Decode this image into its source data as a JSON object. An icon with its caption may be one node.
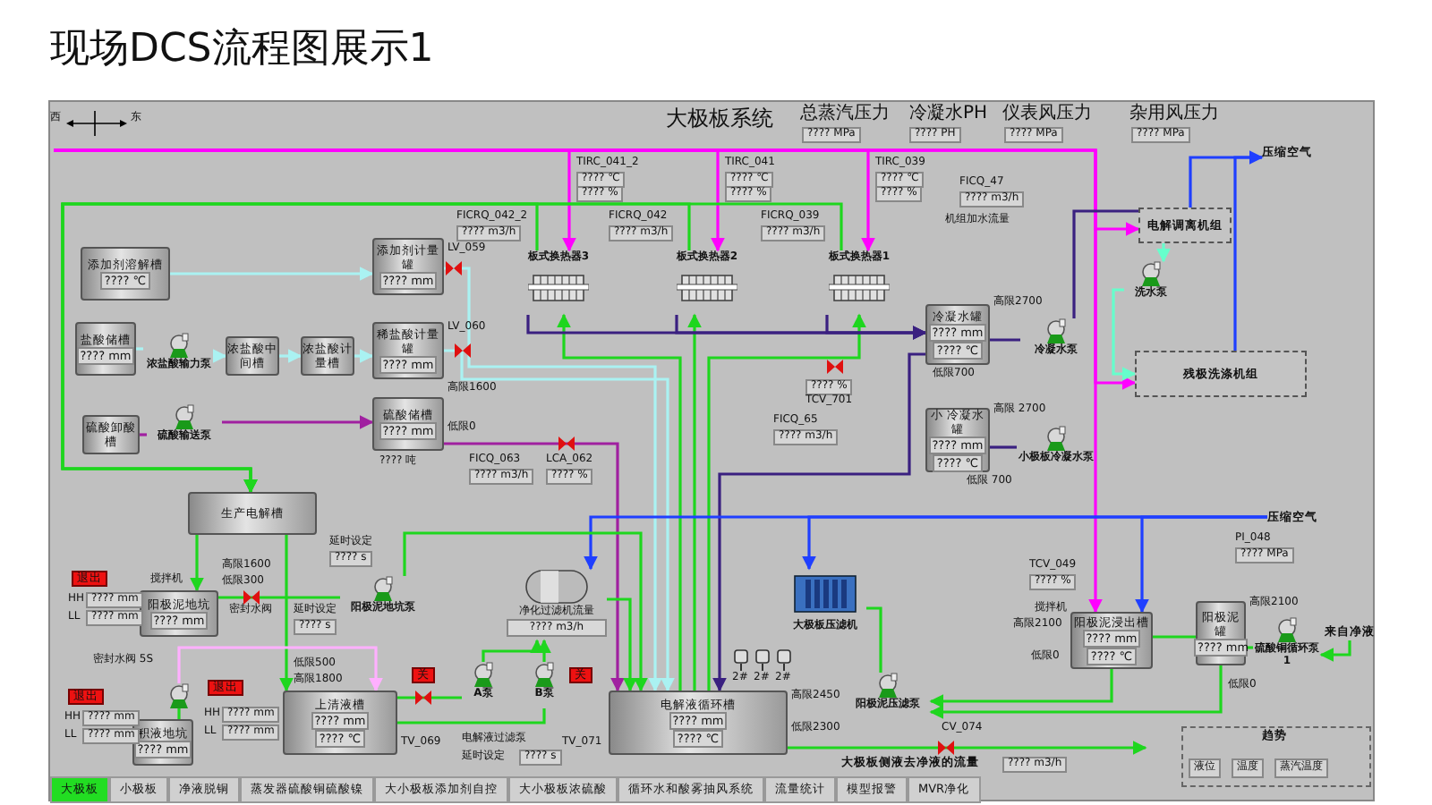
{
  "diagram": {
    "title": "现场DCS流程图展示1",
    "nodes": [
      {
        "text": [
          "添加剂溶解槽",
          "???? ℃"
        ]
      },
      {
        "text": [
          "添加剂计量罐",
          "???? mm"
        ]
      },
      {
        "text": [
          "盐酸储槽",
          "???? mm"
        ]
      },
      {
        "text": [
          "浓盐酸中间槽"
        ]
      },
      {
        "text": [
          "浓盐酸计量槽"
        ]
      },
      {
        "text": [
          "稀盐酸计量罐",
          "???? mm"
        ]
      },
      {
        "text": [
          "硫酸卸酸槽"
        ]
      },
      {
        "text": [
          "硫酸储槽",
          "???? mm"
        ],
        "beside": [
          "高限1600",
          "低限0",
          "???? 吨"
        ]
      },
      {
        "text": [
          "浓盐酸输力泵"
        ]
      },
      {
        "text": [
          "硫酸输送泵"
        ]
      },
      {
        "text": [
          "板式换热器3"
        ]
      },
      {
        "text": [
          "板式换热器2"
        ]
      },
      {
        "text": [
          "板式换热器1"
        ]
      },
      {
        "text": [
          "冷凝水罐",
          "???? mm",
          "???? ℃"
        ],
        "beside": [
          "高限2700",
          "低限700"
        ]
      },
      {
        "text": [
          "冷凝水泵"
        ]
      },
      {
        "text": [
          "小 冷凝水罐",
          "???? mm",
          "???? ℃"
        ],
        "beside": [
          "高限 2700",
          "低限 700"
        ]
      },
      {
        "text": [
          "小极板冷凝水泵"
        ]
      },
      {
        "text": [
          "电解调离机组"
        ]
      },
      {
        "text": [
          "洗水泵"
        ]
      },
      {
        "text": [
          "残极洗涤机组"
        ]
      },
      {
        "text": [
          "压缩空气"
        ]
      },
      {
        "text": [
          "压缩空气"
        ]
      },
      {
        "text": [
          "生产电解槽"
        ]
      },
      {
        "text": [
          "阳极泥地坑",
          "???? mm"
        ],
        "beside": [
          "搅拌机",
          "高限1600",
          "低限300"
        ]
      },
      {
        "text": [
          "阳极泥地坑泵"
        ]
      },
      {
        "text": [
          "净化过滤机流量",
          "???? m3/h"
        ]
      },
      {
        "text": [
          "积液地坑",
          "???? mm"
        ]
      },
      {
        "text": [],
        "shape": "circle"
      },
      {
        "text": [
          "上清液槽",
          "???? mm",
          "???? ℃"
        ],
        "beside": [
          "低限500",
          "高限1800"
        ]
      },
      {
        "text": [
          "A泵"
        ]
      },
      {
        "text": [
          "B泵"
        ]
      },
      {
        "text": [
          "电解液循环槽",
          "???? mm",
          "???? ℃"
        ],
        "beside": [
          "高限2450",
          "低限2300"
        ]
      },
      {
        "text": [
          "大极板压滤机"
        ]
      },
      {
        "text": [
          "阳极泥压滤泵"
        ]
      },
      {
        "text": [
          "阳极泥浸出槽",
          "???? mm",
          "???? ℃"
        ],
        "beside": [
          "搅拌机",
          "高限2100",
          "低限0"
        ]
      },
      {
        "text": [
          "阳极泥罐",
          "???? mm"
        ],
        "beside": [
          "高限2100",
          "低限0"
        ]
      },
      {
        "text": [
          "硫酸铜循环泵1"
        ]
      },
      {
        "text": [
          "来自净液"
        ]
      }
    ],
    "edges": [
      {
        "from": null,
        "to": 10,
        "arrow": "to",
        "color": "#ff00ff"
      },
      {
        "from": null,
        "to": 11,
        "arrow": "to",
        "color": "#ff00ff"
      },
      {
        "from": null,
        "to": 12,
        "arrow": "to",
        "color": "#ff00ff"
      },
      {
        "from": null,
        "to": 17,
        "arrow": "to",
        "color": "#ff00ff"
      },
      {
        "from": null,
        "to": 19,
        "arrow": "to",
        "color": "#ff00ff"
      },
      {
        "from": null,
        "to": 34,
        "arrow": "to",
        "color": "#ff00ff"
      },
      {
        "from": 0,
        "to": 1,
        "arrow": "to",
        "color": "#aaf2f2"
      },
      {
        "from": 2,
        "to": 8,
        "arrow": "none",
        "color": "#aaf2f2"
      },
      {
        "from": 8,
        "to": 3,
        "arrow": "to",
        "color": "#aaf2f2"
      },
      {
        "from": 3,
        "to": 4,
        "arrow": "to",
        "color": "#aaf2f2"
      },
      {
        "from": 4,
        "to": 5,
        "arrow": "to",
        "color": "#aaf2f2"
      },
      {
        "from": 1,
        "to": 31,
        "arrow": "to",
        "color": "#aaf2f2"
      },
      {
        "from": 5,
        "to": 31,
        "arrow": "to",
        "color": "#aaf2f2"
      },
      {
        "from": 6,
        "to": 9,
        "arrow": "none",
        "color": "#a020a0"
      },
      {
        "from": 9,
        "to": 7,
        "arrow": "to",
        "color": "#a020a0"
      },
      {
        "from": 7,
        "to": 31,
        "arrow": "to",
        "color": "#a020a0"
      },
      {
        "from": 31,
        "to": 10,
        "arrow": "to"
      },
      {
        "from": 31,
        "to": 11,
        "arrow": "to"
      },
      {
        "from": 31,
        "to": 12,
        "arrow": "to"
      },
      {
        "from": 10,
        "to": 22,
        "arrow": "to"
      },
      {
        "from": 11,
        "to": 22,
        "arrow": "to"
      },
      {
        "from": 12,
        "to": 22,
        "arrow": "to"
      },
      {
        "from": 10,
        "to": 13,
        "arrow": "to",
        "color": "#3a2080"
      },
      {
        "from": 11,
        "to": 13,
        "arrow": "to",
        "color": "#3a2080"
      },
      {
        "from": 12,
        "to": 13,
        "arrow": "to",
        "color": "#3a2080"
      },
      {
        "from": 13,
        "to": 14,
        "arrow": "none",
        "color": "#3a2080"
      },
      {
        "from": 14,
        "to": 17,
        "arrow": "none",
        "color": "#3a2080"
      },
      {
        "from": 13,
        "to": 31,
        "arrow": "to",
        "color": "#3a2080"
      },
      {
        "from": 15,
        "to": 16,
        "arrow": "none",
        "color": "#3a2080"
      },
      {
        "from": 17,
        "to": 18,
        "arrow": "to",
        "color": "#66ffcc"
      },
      {
        "from": 18,
        "to": 19,
        "arrow": "to",
        "color": "#66ffcc"
      },
      {
        "from": 17,
        "to": 20,
        "arrow": "to",
        "color": "#1f3fff"
      },
      {
        "from": 19,
        "to": 20,
        "arrow": "none",
        "color": "#1f3fff"
      },
      {
        "from": 21,
        "to": 25,
        "arrow": "to",
        "color": "#1f3fff"
      },
      {
        "from": 21,
        "to": 32,
        "arrow": "to",
        "color": "#1f3fff"
      },
      {
        "from": 21,
        "to": 34,
        "arrow": "to",
        "color": "#1f3fff"
      },
      {
        "from": 22,
        "to": 23,
        "arrow": "to"
      },
      {
        "from": 22,
        "to": 28,
        "arrow": "to"
      },
      {
        "from": 23,
        "to": 24,
        "arrow": "none"
      },
      {
        "from": 24,
        "to": 31,
        "arrow": "to"
      },
      {
        "from": 25,
        "to": 31,
        "arrow": "to"
      },
      {
        "from": 27,
        "to": 28,
        "arrow": "to",
        "color": "#ffb0ff"
      },
      {
        "from": 26,
        "to": 27,
        "arrow": "none"
      },
      {
        "from": 28,
        "to": 29,
        "arrow": "none"
      },
      {
        "from": 28,
        "to": 30,
        "arrow": "none"
      },
      {
        "from": 29,
        "to": 25,
        "arrow": "to"
      },
      {
        "from": 30,
        "to": 25,
        "arrow": "to"
      },
      {
        "from": 31,
        "to": null,
        "arrow": "to",
        "label": "大极板侧液去净液的流量"
      },
      {
        "from": 32,
        "to": 33,
        "arrow": "none"
      },
      {
        "from": 34,
        "to": 33,
        "arrow": "to"
      },
      {
        "from": 35,
        "to": 33,
        "arrow": "to"
      },
      {
        "from": 34,
        "to": 35,
        "arrow": "none"
      },
      {
        "from": 37,
        "to": 36,
        "arrow": "to"
      },
      {
        "from": 36,
        "to": 35,
        "arrow": "none"
      }
    ],
    "labels": [
      "西",
      "东",
      "大极板系统",
      "总蒸汽压力",
      "???? MPa",
      "冷凝水PH",
      "???? PH",
      "仪表风压力",
      "???? MPa",
      "杂用风压力",
      "???? MPa",
      "TIRC_041_2",
      "???? ℃",
      "???? %",
      "TIRC_041",
      "???? ℃",
      "???? %",
      "TIRC_039",
      "???? ℃",
      "???? %",
      "FICRQ_042_2",
      "???? m3/h",
      "FICRQ_042",
      "???? m3/h",
      "FICRQ_039",
      "???? m3/h",
      "FICQ_47",
      "???? m3/h",
      "机组加水流量",
      "LV_059",
      "LV_060",
      "FICQ_063",
      "???? m3/h",
      "LCA_062",
      "???? %",
      "???? %",
      "TCV_701",
      "FICQ_65",
      "???? m3/h",
      "退出",
      "HH",
      "???? mm",
      "LL",
      "???? mm",
      "延时设定",
      "???? s",
      "延时设定",
      "???? s",
      "密封水阀",
      "密封水阀 5S",
      "退出",
      "HH",
      "???? mm",
      "LL",
      "???? mm",
      "退出",
      "HH",
      "???? mm",
      "LL",
      "???? mm",
      "关",
      "TV_069",
      "电解液过滤泵",
      "延时设定",
      "???? s",
      "关",
      "TV_071",
      "2#",
      "2#",
      "2#",
      "CV_074",
      "???? m3/h",
      "PI_048",
      "???? MPa",
      "TCV_049",
      "???? %",
      "大极板",
      "小极板",
      "净液脱铜",
      "蒸发器硫酸铜硫酸镍",
      "大小极板添加剂自控",
      "大小极板浓硫酸",
      "循环水和酸雾抽风系统",
      "流量统计",
      "模型报警",
      "MVR净化",
      "趋势",
      "液位",
      "温度",
      "蒸汽温度"
    ]
  }
}
